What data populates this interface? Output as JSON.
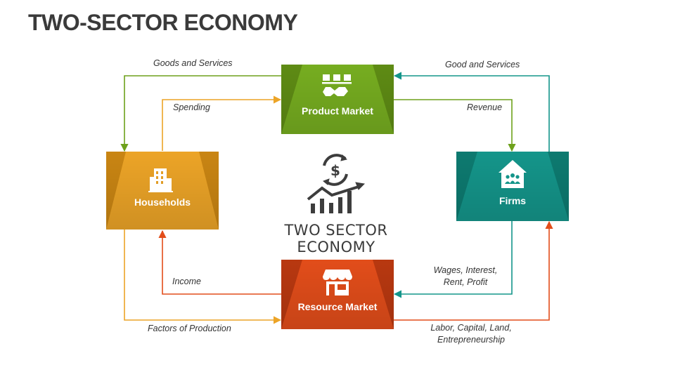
{
  "title": "TWO-SECTOR ECONOMY",
  "center_title": "TWO SECTOR ECONOMY",
  "boxes": {
    "product_market": {
      "label": "Product Market",
      "color": "#6ea11c",
      "icon": "handshake-goods-icon"
    },
    "households": {
      "label": "Households",
      "color": "#eca427",
      "icon": "buildings-icon"
    },
    "firms": {
      "label": "Firms",
      "color": "#14958a",
      "icon": "house-people-icon"
    },
    "resource_market": {
      "label": "Resource Market",
      "color": "#e24d1a",
      "icon": "store-icon"
    }
  },
  "flows": {
    "goods_services_left": "Goods and Services",
    "spending": "Spending",
    "good_services_right": "Good and Services",
    "revenue": "Revenue",
    "income": "Income",
    "factors_of_production": "Factors of Production",
    "wages_line1": "Wages, Interest,",
    "wages_line2": "Rent, Profit",
    "labor_line1": "Labor, Capital, Land,",
    "labor_line2": "Entrepreneurship"
  },
  "center_icon": "dollar-cycle-growth-icon"
}
